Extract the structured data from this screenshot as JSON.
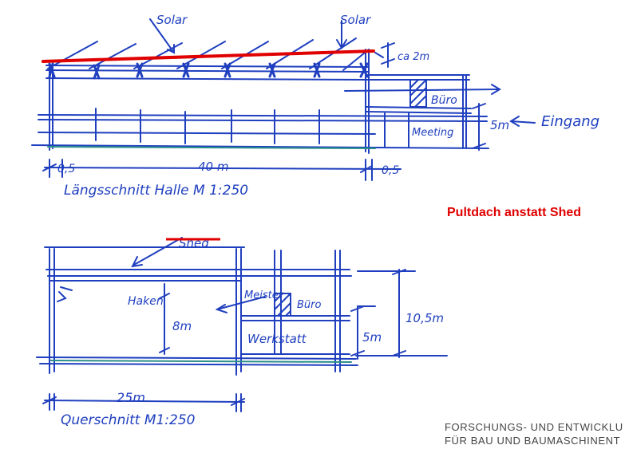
{
  "colors": {
    "ink": "#1f3fbf",
    "red": "#e00000",
    "teal": "#2a8f8a",
    "grey_text": "#444444"
  },
  "top_section": {
    "solar_label_left": "Solar",
    "solar_label_right": "Solar",
    "dim_top_right": "ca 2m",
    "office_label": "Büro",
    "meeting_label": "Meeting",
    "height_dim": "5m",
    "entrance_label": "Eingang",
    "dim_left": "0,5",
    "dim_length": "40 m",
    "dim_right": "0,5",
    "caption": "Längsschnitt Halle M 1:250"
  },
  "bottom_section": {
    "shed_label": "Shed",
    "hook_label": "Haken",
    "master_label": "Meister",
    "office_label": "Büro",
    "height_hall": "8m",
    "height_small": "5m",
    "height_total": "10,5m",
    "workshop_label": "Werkstatt",
    "dim_width": "25m",
    "caption": "Querschnitt M1:250"
  },
  "note": "Pultdach anstatt Shed",
  "footer": {
    "line1": "FORSCHUNGS- UND ENTWICKLU",
    "line2": "FÜR BAU UND BAUMASCHINENT"
  }
}
